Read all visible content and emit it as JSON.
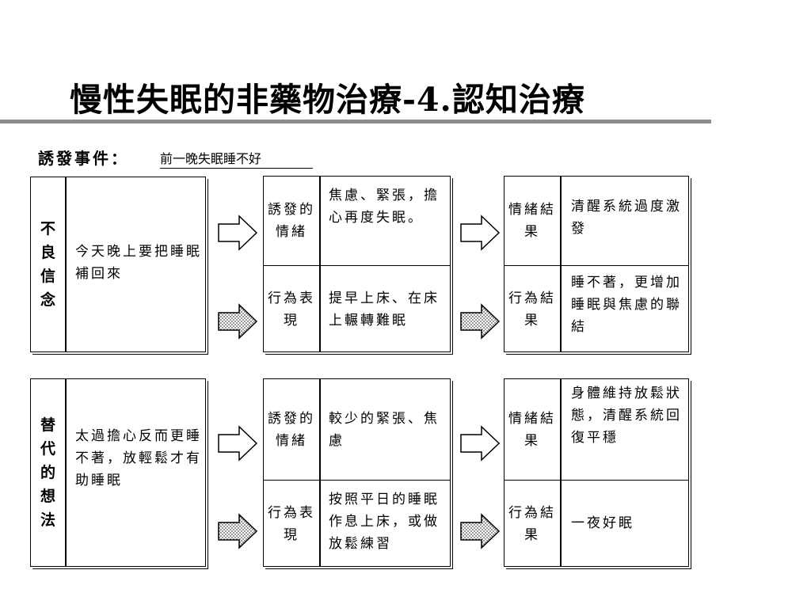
{
  "title": "慢性失眠的非藥物治療-4.認知治療",
  "trigger": {
    "label": "誘發事件：",
    "value": "前一晚失眠睡不好"
  },
  "rows": [
    {
      "belief_label": "不良信念",
      "belief_text": "今天晚上要把睡眠補回來",
      "middle": {
        "emotion_header": "誘發的情緒",
        "emotion_text": "焦慮、緊張，擔心再度失眠。",
        "behavior_header": "行為表現",
        "behavior_text": "提早上床、在床上輾轉難眠"
      },
      "result": {
        "emotion_header": "情緒結果",
        "emotion_text": "清醒系統過度激發",
        "behavior_header": "行為結果",
        "behavior_text": "睡不著，更增加睡眠與焦慮的聯結"
      }
    },
    {
      "belief_label": "替代的想法",
      "belief_text": "太過擔心反而更睡不著，放輕鬆才有助睡眠",
      "middle": {
        "emotion_header": "誘發的情緒",
        "emotion_text": "較少的緊張、焦慮",
        "behavior_header": "行為表現",
        "behavior_text": "按照平日的睡眠作息上床，或做放鬆練習"
      },
      "result": {
        "emotion_header": "情緒結果",
        "emotion_text": "身體維持放鬆狀態，清醒系統回復平穩",
        "behavior_header": "行為結果",
        "behavior_text": "一夜好眠"
      }
    }
  ]
}
